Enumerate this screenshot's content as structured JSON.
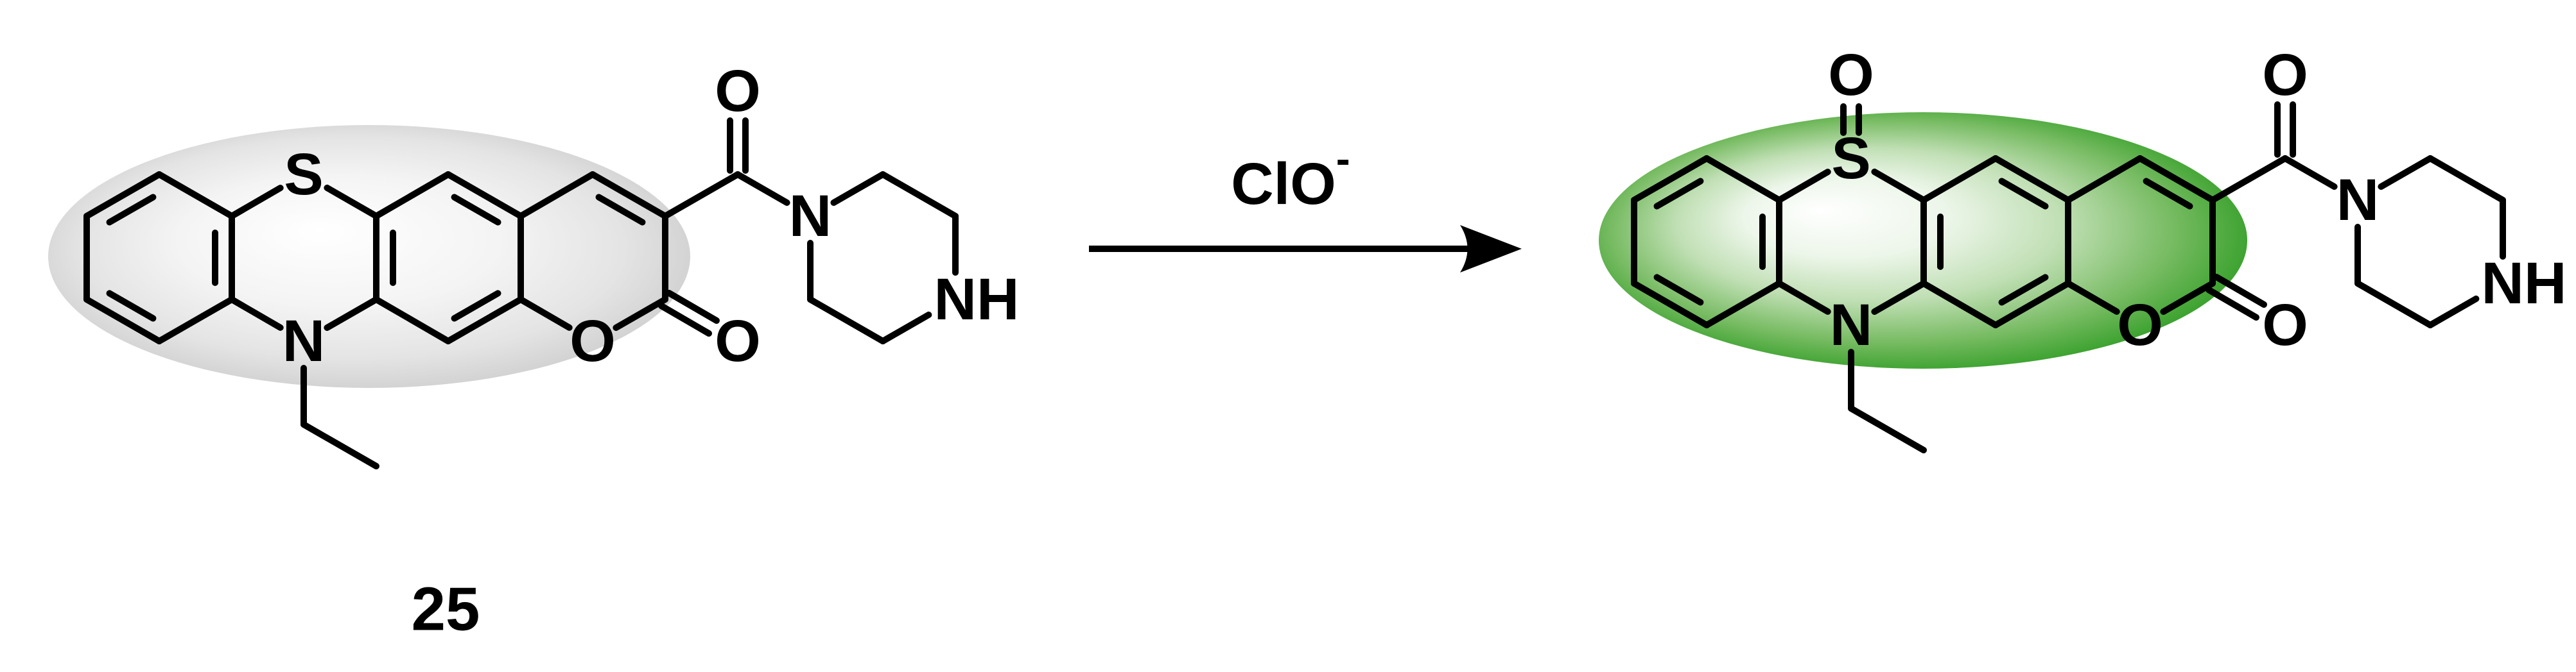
{
  "figure": {
    "type": "chemical-reaction-scheme",
    "description": "Phenothiazine-fused coumarin piperazinyl amide probe 25 is oxidized by hypochlorite to the corresponding sulfoxide; the chromophore core is highlighted (gray in reactant, green in product).",
    "background": "#ffffff"
  },
  "reactant": {
    "id_label": "25",
    "highlight_shape": "ellipse",
    "highlight_edge_color": "#b5b5b5",
    "highlight_center_color": "#ffffff",
    "atom_labels": {
      "s": "S",
      "n": "N",
      "ring_o": "O",
      "lactone_o": "O",
      "amide_o": "O",
      "piperazine_n": "N",
      "piperazine_nh": "NH"
    }
  },
  "arrow": {
    "reagent": "ClO",
    "charge": "-",
    "direction": "right"
  },
  "product": {
    "highlight_shape": "ellipse",
    "highlight_edge_color": "#0d850d",
    "highlight_center_color": "#ffffff",
    "atom_labels": {
      "sulfoxide_o": "O",
      "s": "S",
      "n": "N",
      "ring_o": "O",
      "lactone_o": "O",
      "amide_o": "O",
      "piperazine_n": "N",
      "piperazine_nh": "NH"
    }
  },
  "colors": {
    "bond": "#000000",
    "reactant_highlight_edge": "#b5b5b5",
    "product_highlight_edge": "#0d850d"
  }
}
